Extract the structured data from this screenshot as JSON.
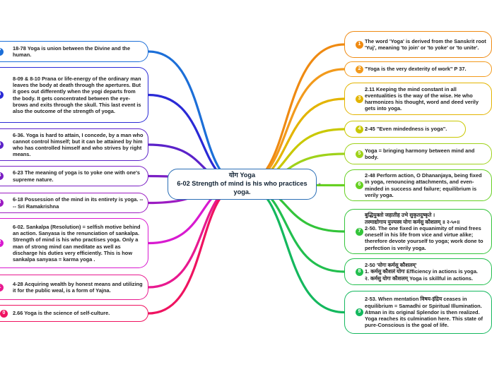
{
  "central": {
    "title": "योग Yoga",
    "subtitle": "6-02 Strength of mind is his who practices yoga."
  },
  "collapse_glyph": "+",
  "left_nodes": [
    {
      "badge": "7",
      "color": "#1c6fd8",
      "text": "18-78 Yoga is union between the Divine and the human."
    },
    {
      "badge": "6",
      "color": "#2a2ad6",
      "text": "8-09 & 8-10 Prana or life-energy of the ordinary man leaves the body at death through the apertures. But it goes out differently when the yogi departs from the body. It gets concentrated between the eye-brows and exits through the skull. This last event is also the outcome of the strength of yoga."
    },
    {
      "badge": "5",
      "color": "#5b22c9",
      "text": "6-36. Yoga is hard to attain, I concede, by a man who cannot control himself; but it can be attained by him who has controlled himself and who strives by right means."
    },
    {
      "badge": "4",
      "color": "#7a1fc4",
      "text": "6-23 The meaning of yoga is to yoke one with one's supreme nature."
    },
    {
      "badge": "3",
      "color": "#9b1bc2",
      "text": "6-18 Possession of the mind in its entirety is yoga.   ---- Sri Ramakrishna"
    },
    {
      "badge": "2",
      "color": "#d81ad0",
      "text": "6-02. Sankalpa (Resolution) = selfish motive behind an action. Sanyasa is the renunciation of sankalpa. Strength of mind is his who practises yoga. Only a man of strong mind can meditate as well as discharge his duties very efficiently. This is how sankalpa sanyasa = karma yoga ."
    },
    {
      "badge": "1",
      "color": "#e8198f",
      "text": "4-28 Acquiring  wealth by honest means and utilizing it for the public weal, is a form of Yajna."
    },
    {
      "badge": "10",
      "color": "#ef1360",
      "text": "2.66 Yoga is the science of self-culture."
    }
  ],
  "right_nodes": [
    {
      "badge": "1",
      "color": "#ef8a12",
      "text": "The word 'Yoga' is derived from the Sanskrit root 'Yuj', meaning 'to join' or 'to yoke' or 'to unite'."
    },
    {
      "badge": "2",
      "color": "#f29a1c",
      "text": "\"Yoga is the very dexterity of work\" P 37."
    },
    {
      "badge": "3",
      "color": "#e3b400",
      "text": "2.11 Keeping the mind constant in all eventualities is the way of the wise.  He who harmonizes his thought, word and deed verily gets into yoga."
    },
    {
      "badge": "4",
      "color": "#c9c800",
      "text": "2-45 \"Even mindedness is yoga\"."
    },
    {
      "badge": "5",
      "color": "#9fd21a",
      "text": "Yoga = bringing harmony between mind and body."
    },
    {
      "badge": "6",
      "color": "#66d022",
      "text": "2-48 Perform action, O Dhananjaya, being fixed in yoga, renouncing attachments, and even-minded in success and failure; equilibrium is verily yoga."
    },
    {
      "badge": "7",
      "color": "#33c43a",
      "text": "बुद्धियुक्तो जहातीह उभे सुकृतदुष्कृते ।\nतस्माद्योगाय युज्यस्व योगः कर्मसु कौशलम् ॥ २-५०॥\n2-50. The one fixed in equanimity of mind frees oneself in his life from vice and virtue alike; therefore devote yourself to yoga; work done to perfection is verily yoga."
    },
    {
      "badge": "8",
      "color": "#22bf4e",
      "text": "2-50 'योगः कर्मसु कौशलम्'\n1. कर्मसु कौशलं योगः  Efficiency in actions is yoga.\n२. कर्मसु योगः कौशलम् Yoga is skillful in actions."
    },
    {
      "badge": "9",
      "color": "#14b85e",
      "text": "2-53. When mentation विषय-इंद्रिय ceases in equilibrium = Samadhi or Spiritual Illumination. Atman in its original Splendor is then realized. Yoga reaches its culmination here. This state of pure-Conscious is the goal of life."
    }
  ]
}
